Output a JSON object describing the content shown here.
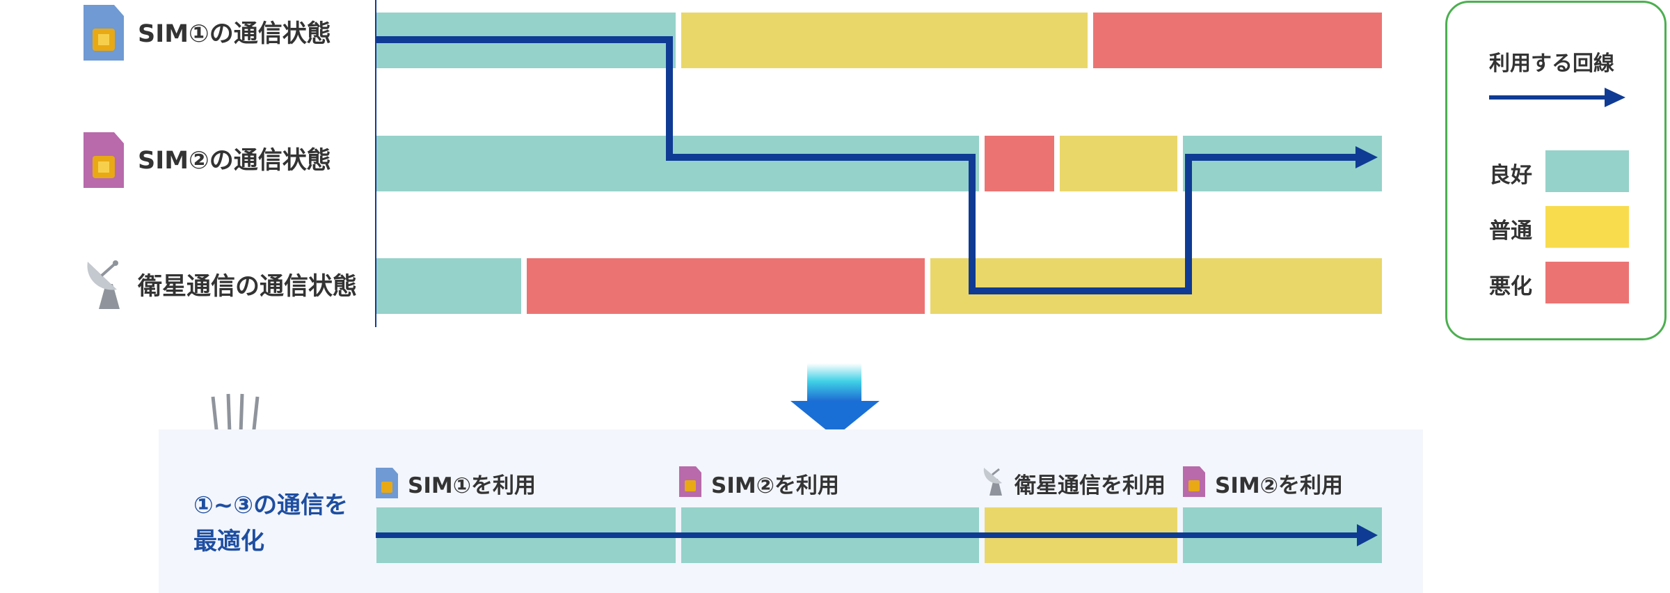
{
  "colors": {
    "good": "#95d2c9",
    "normal": "#e9d76a",
    "bad": "#eb7473",
    "route": "#0f3b94",
    "legend_border": "#4caf50",
    "sim1": "#6f9ad3",
    "sim2": "#b86aab",
    "panel_bg": "#f3f6fc"
  },
  "rows": [
    {
      "label": "SIM①の通信状態",
      "icon": "sim-card-blue-icon",
      "segments": [
        {
          "status": "good",
          "start": 0,
          "end": 430
        },
        {
          "status": "normal",
          "start": 438,
          "end": 1022
        },
        {
          "status": "bad",
          "start": 1030,
          "end": 1445
        }
      ]
    },
    {
      "label": "SIM②の通信状態",
      "icon": "sim-card-purple-icon",
      "segments": [
        {
          "status": "good",
          "start": 0,
          "end": 866
        },
        {
          "status": "bad",
          "start": 874,
          "end": 974
        },
        {
          "status": "normal",
          "start": 982,
          "end": 1151
        },
        {
          "status": "good",
          "start": 1159,
          "end": 1445
        }
      ]
    },
    {
      "label": "衛星通信の通信状態",
      "icon": "satellite-dish-icon",
      "segments": [
        {
          "status": "good",
          "start": 0,
          "end": 208
        },
        {
          "status": "bad",
          "start": 216,
          "end": 788
        },
        {
          "status": "normal",
          "start": 796,
          "end": 1445
        }
      ]
    }
  ],
  "legend": {
    "title": "利用する回線",
    "items": [
      {
        "label": "良好",
        "status": "good"
      },
      {
        "label": "普通",
        "status": "normal"
      },
      {
        "label": "悪化",
        "status": "bad"
      }
    ]
  },
  "optimized": {
    "label_line1": "①~③の通信を",
    "label_line2": "最適化",
    "segments": [
      {
        "label": "SIM①を利用",
        "icon": "sim-card-blue-icon",
        "status": "good",
        "start": 0,
        "end": 430
      },
      {
        "label": "SIM②を利用",
        "icon": "sim-card-purple-icon",
        "status": "good",
        "start": 438,
        "end": 866
      },
      {
        "label": "衛星通信を利用",
        "icon": "satellite-dish-icon",
        "status": "normal",
        "start": 874,
        "end": 1151
      },
      {
        "label": "SIM②を利用",
        "icon": "sim-card-purple-icon",
        "status": "good",
        "start": 1159,
        "end": 1445
      }
    ]
  }
}
